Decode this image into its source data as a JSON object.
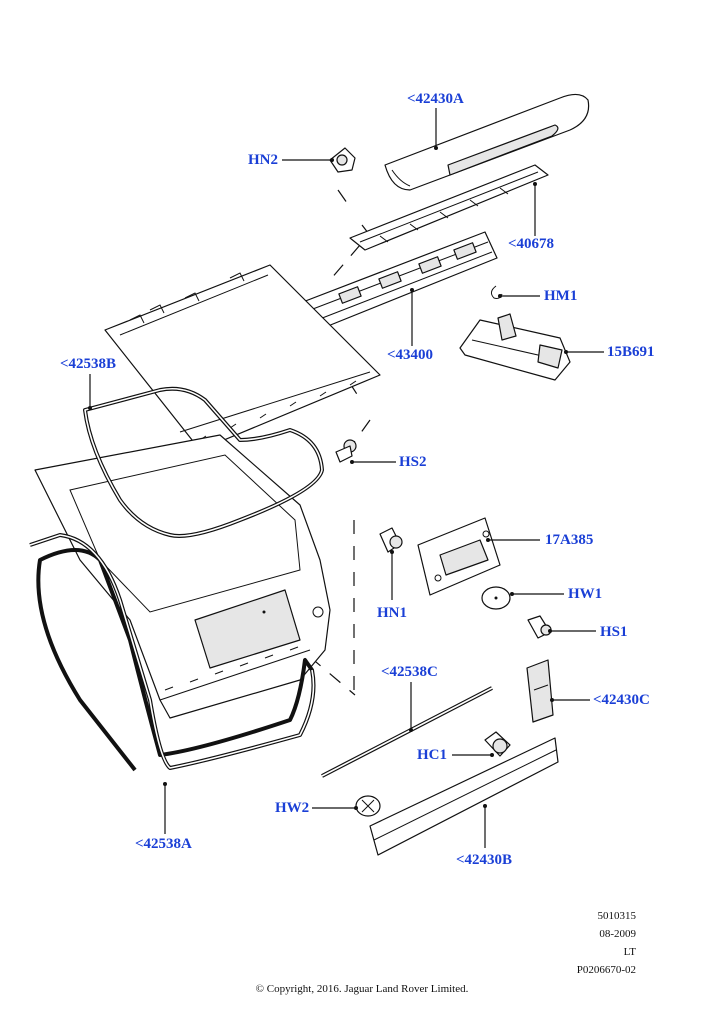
{
  "callouts": {
    "c42430A": "<42430A",
    "HN2": "HN2",
    "c40678": "<40678",
    "HM1": "HM1",
    "c15B691": "15B691",
    "c43400": "<43400",
    "c42538B": "<42538B",
    "HS2": "HS2",
    "c17A385": "17A385",
    "HW1": "HW1",
    "HN1": "HN1",
    "HS1": "HS1",
    "c42538C": "<42538C",
    "c42430C": "<42430C",
    "HC1": "HC1",
    "HW2": "HW2",
    "c42538A": "<42538A",
    "c42430B": "<42430B"
  },
  "meta": {
    "code": "5010315",
    "date": "08-2009",
    "region": "LT",
    "ref": "P0206670-02"
  },
  "copyright": "© Copyright, 2016. Jaguar Land Rover Limited.",
  "colors": {
    "callout": "#1a3fd6",
    "line": "#111111"
  }
}
